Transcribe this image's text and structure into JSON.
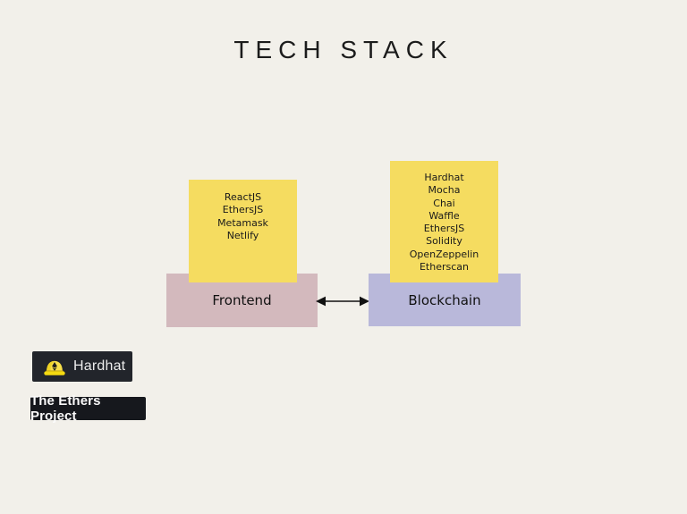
{
  "title": "TECH STACK",
  "colors": {
    "background": "#f2f0ea",
    "note_yellow": "#f5dc60",
    "frontend_pink": "#d3b9bd",
    "blockchain_purple": "#b9b8da",
    "arrow": "#111111",
    "hardhat_badge_bg": "#22252b",
    "ethers_badge_bg": "#16181d",
    "hardhat_yellow": "#f8e04a"
  },
  "frontend": {
    "label": "Frontend",
    "stack": [
      "ReactJS",
      "EthersJS",
      "Metamask",
      "Netlify"
    ]
  },
  "blockchain": {
    "label": "Blockchain",
    "stack": [
      "Hardhat",
      "Mocha",
      "Chai",
      "Waffle",
      "EthersJS",
      "Solidity",
      "OpenZeppelin",
      "Etherscan"
    ]
  },
  "arrow": {
    "type": "double-headed",
    "direction": "horizontal"
  },
  "badges": {
    "hardhat": {
      "label": "Hardhat",
      "icon": "hardhat-icon"
    },
    "ethers": {
      "label": "The Ethers Project"
    }
  }
}
